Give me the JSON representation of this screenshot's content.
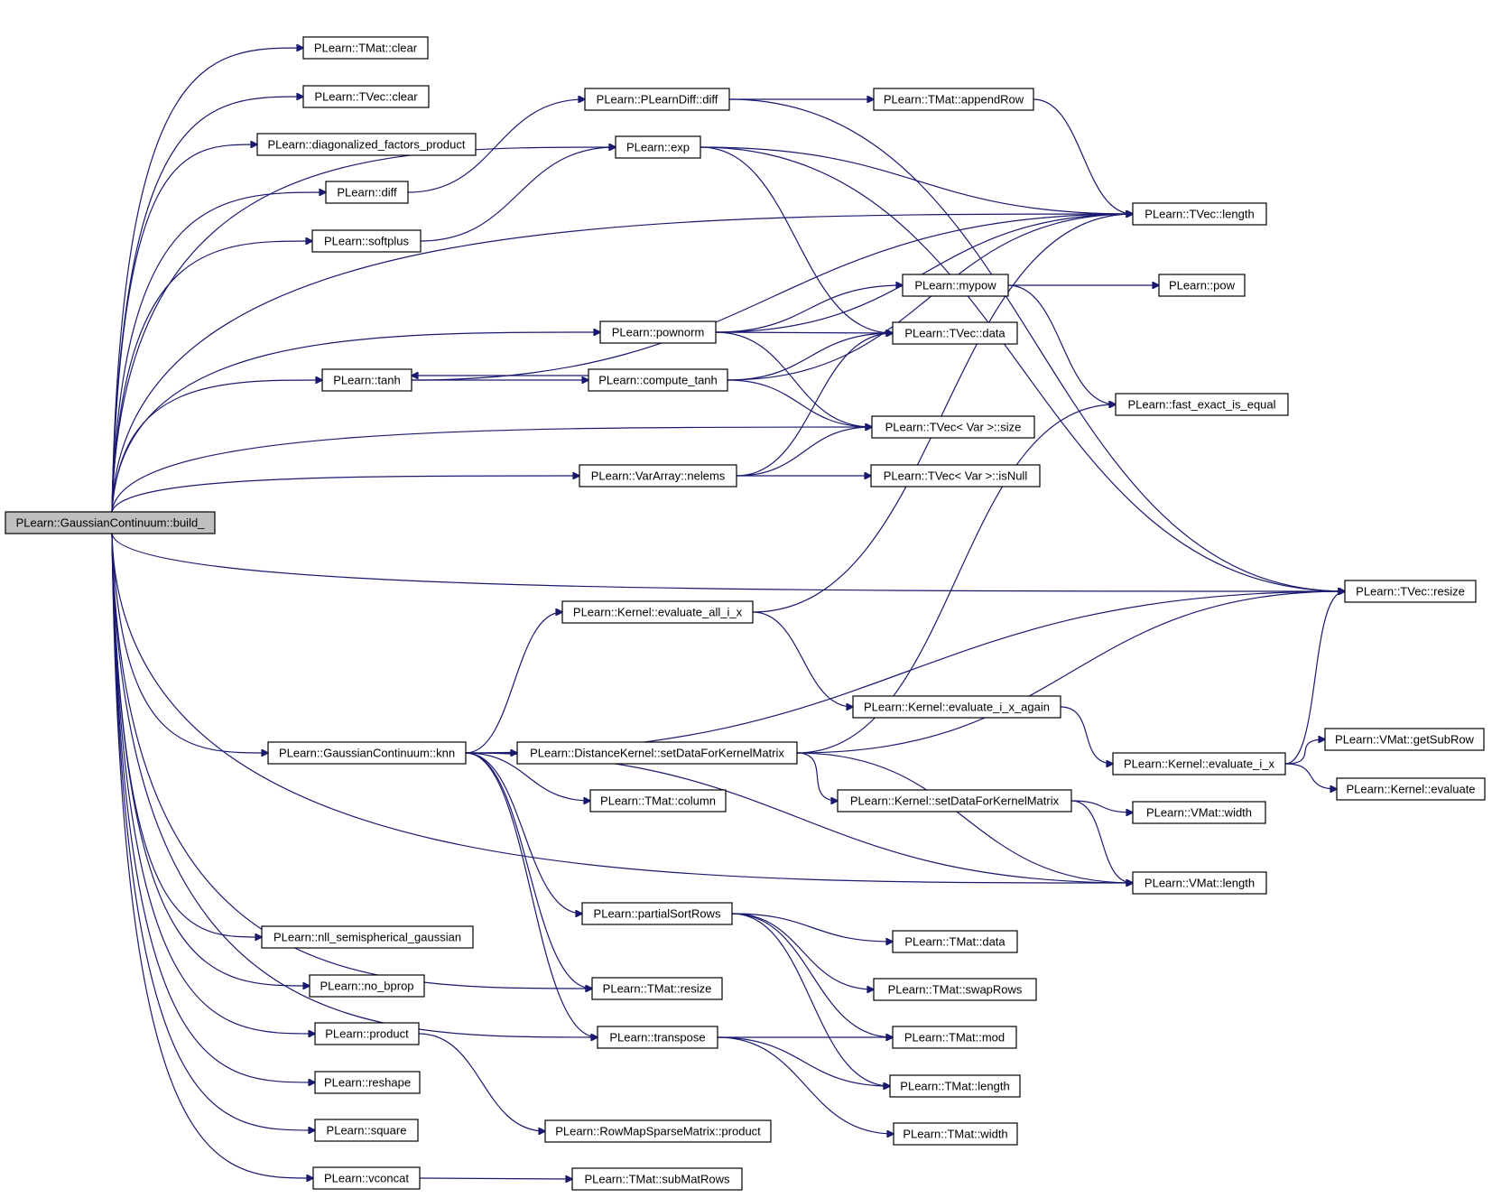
{
  "root": "build",
  "nodes": [
    {
      "id": "build",
      "label": "PLearn::GaussianContinuum::build_",
      "root": true
    },
    {
      "id": "tmat_clear",
      "label": "PLearn::TMat::clear"
    },
    {
      "id": "tvec_clear",
      "label": "PLearn::TVec::clear"
    },
    {
      "id": "diag",
      "label": "PLearn::diagonalized_factors_product"
    },
    {
      "id": "diff",
      "label": "PLearn::diff"
    },
    {
      "id": "softplus",
      "label": "PLearn::softplus"
    },
    {
      "id": "tanh",
      "label": "PLearn::tanh"
    },
    {
      "id": "knn",
      "label": "PLearn::GaussianContinuum::knn"
    },
    {
      "id": "nll",
      "label": "PLearn::nll_semispherical_gaussian"
    },
    {
      "id": "no_bprop",
      "label": "PLearn::no_bprop"
    },
    {
      "id": "product",
      "label": "PLearn::product"
    },
    {
      "id": "reshape",
      "label": "PLearn::reshape"
    },
    {
      "id": "square",
      "label": "PLearn::square"
    },
    {
      "id": "vconcat",
      "label": "PLearn::vconcat"
    },
    {
      "id": "pldiff",
      "label": "PLearn::PLearnDiff::diff"
    },
    {
      "id": "exp",
      "label": "PLearn::exp"
    },
    {
      "id": "pownorm",
      "label": "PLearn::pownorm"
    },
    {
      "id": "compute_tanh",
      "label": "PLearn::compute_tanh"
    },
    {
      "id": "nelems",
      "label": "PLearn::VarArray::nelems"
    },
    {
      "id": "eval_all",
      "label": "PLearn::Kernel::evaluate_all_i_x"
    },
    {
      "id": "setdata_dk",
      "label": "PLearn::DistanceKernel::setDataForKernelMatrix"
    },
    {
      "id": "tmat_column",
      "label": "PLearn::TMat::column"
    },
    {
      "id": "partial",
      "label": "PLearn::partialSortRows"
    },
    {
      "id": "tmat_resize",
      "label": "PLearn::TMat::resize"
    },
    {
      "id": "transpose",
      "label": "PLearn::transpose"
    },
    {
      "id": "rmsm",
      "label": "PLearn::RowMapSparseMatrix::product"
    },
    {
      "id": "submat",
      "label": "PLearn::TMat::subMatRows"
    },
    {
      "id": "appendrow",
      "label": "PLearn::TMat::appendRow"
    },
    {
      "id": "mypow",
      "label": "PLearn::mypow"
    },
    {
      "id": "tvec_data",
      "label": "PLearn::TVec::data"
    },
    {
      "id": "tvec_size",
      "label": "PLearn::TVec< Var >::size"
    },
    {
      "id": "tvec_isnull",
      "label": "PLearn::TVec< Var >::isNull"
    },
    {
      "id": "eval_again",
      "label": "PLearn::Kernel::evaluate_i_x_again"
    },
    {
      "id": "setdata_k",
      "label": "PLearn::Kernel::setDataForKernelMatrix"
    },
    {
      "id": "tmat_data",
      "label": "PLearn::TMat::data"
    },
    {
      "id": "swaprows",
      "label": "PLearn::TMat::swapRows"
    },
    {
      "id": "tmat_mod",
      "label": "PLearn::TMat::mod"
    },
    {
      "id": "tmat_length",
      "label": "PLearn::TMat::length"
    },
    {
      "id": "tmat_width",
      "label": "PLearn::TMat::width"
    },
    {
      "id": "tvec_length",
      "label": "PLearn::TVec::length"
    },
    {
      "id": "pow",
      "label": "PLearn::pow"
    },
    {
      "id": "fast_eq",
      "label": "PLearn::fast_exact_is_equal"
    },
    {
      "id": "tvec_resize",
      "label": "PLearn::TVec::resize"
    },
    {
      "id": "eval_i_x",
      "label": "PLearn::Kernel::evaluate_i_x"
    },
    {
      "id": "vmat_width",
      "label": "PLearn::VMat::width"
    },
    {
      "id": "vmat_length",
      "label": "PLearn::VMat::length"
    },
    {
      "id": "getsubrow",
      "label": "PLearn::VMat::getSubRow"
    },
    {
      "id": "kernel_eval",
      "label": "PLearn::Kernel::evaluate"
    }
  ],
  "edges": [
    [
      "build",
      "tmat_clear"
    ],
    [
      "build",
      "tvec_clear"
    ],
    [
      "build",
      "diag"
    ],
    [
      "build",
      "diff"
    ],
    [
      "build",
      "softplus"
    ],
    [
      "build",
      "exp"
    ],
    [
      "build",
      "tanh"
    ],
    [
      "build",
      "pownorm"
    ],
    [
      "build",
      "tvec_length"
    ],
    [
      "build",
      "tvec_size"
    ],
    [
      "build",
      "nelems"
    ],
    [
      "build",
      "tvec_resize"
    ],
    [
      "build",
      "knn"
    ],
    [
      "build",
      "nll"
    ],
    [
      "build",
      "no_bprop"
    ],
    [
      "build",
      "product"
    ],
    [
      "build",
      "reshape"
    ],
    [
      "build",
      "square"
    ],
    [
      "build",
      "vconcat"
    ],
    [
      "build",
      "tmat_resize"
    ],
    [
      "build",
      "transpose"
    ],
    [
      "build",
      "vmat_length"
    ],
    [
      "diff",
      "pldiff"
    ],
    [
      "softplus",
      "exp"
    ],
    [
      "pldiff",
      "appendrow"
    ],
    [
      "pldiff",
      "tvec_resize"
    ],
    [
      "appendrow",
      "tvec_length"
    ],
    [
      "exp",
      "tvec_length"
    ],
    [
      "exp",
      "tvec_resize"
    ],
    [
      "exp",
      "tvec_data"
    ],
    [
      "tanh",
      "tvec_length"
    ],
    [
      "tanh",
      "compute_tanh"
    ],
    [
      "compute_tanh",
      "tanh"
    ],
    [
      "pownorm",
      "mypow"
    ],
    [
      "pownorm",
      "tvec_data"
    ],
    [
      "pownorm",
      "tvec_size"
    ],
    [
      "pownorm",
      "tvec_length"
    ],
    [
      "mypow",
      "pow"
    ],
    [
      "mypow",
      "fast_eq"
    ],
    [
      "compute_tanh",
      "tvec_data"
    ],
    [
      "compute_tanh",
      "tvec_size"
    ],
    [
      "compute_tanh",
      "tvec_length"
    ],
    [
      "nelems",
      "tvec_size"
    ],
    [
      "nelems",
      "tvec_isnull"
    ],
    [
      "nelems",
      "tvec_data"
    ],
    [
      "knn",
      "eval_all"
    ],
    [
      "knn",
      "setdata_dk"
    ],
    [
      "knn",
      "tmat_column"
    ],
    [
      "knn",
      "partial"
    ],
    [
      "knn",
      "tmat_resize"
    ],
    [
      "knn",
      "transpose"
    ],
    [
      "knn",
      "vmat_length"
    ],
    [
      "knn",
      "tvec_resize"
    ],
    [
      "eval_all",
      "tvec_length"
    ],
    [
      "eval_all",
      "eval_again"
    ],
    [
      "eval_again",
      "eval_i_x"
    ],
    [
      "eval_i_x",
      "tvec_resize"
    ],
    [
      "eval_i_x",
      "getsubrow"
    ],
    [
      "eval_i_x",
      "kernel_eval"
    ],
    [
      "setdata_dk",
      "fast_eq"
    ],
    [
      "setdata_dk",
      "tvec_resize"
    ],
    [
      "setdata_dk",
      "setdata_k"
    ],
    [
      "setdata_dk",
      "vmat_length"
    ],
    [
      "setdata_k",
      "vmat_width"
    ],
    [
      "setdata_k",
      "vmat_length"
    ],
    [
      "partial",
      "tmat_data"
    ],
    [
      "partial",
      "swaprows"
    ],
    [
      "partial",
      "tmat_mod"
    ],
    [
      "partial",
      "tmat_length"
    ],
    [
      "transpose",
      "tmat_mod"
    ],
    [
      "transpose",
      "tmat_length"
    ],
    [
      "transpose",
      "tmat_width"
    ],
    [
      "product",
      "rmsm"
    ],
    [
      "vconcat",
      "submat"
    ]
  ]
}
